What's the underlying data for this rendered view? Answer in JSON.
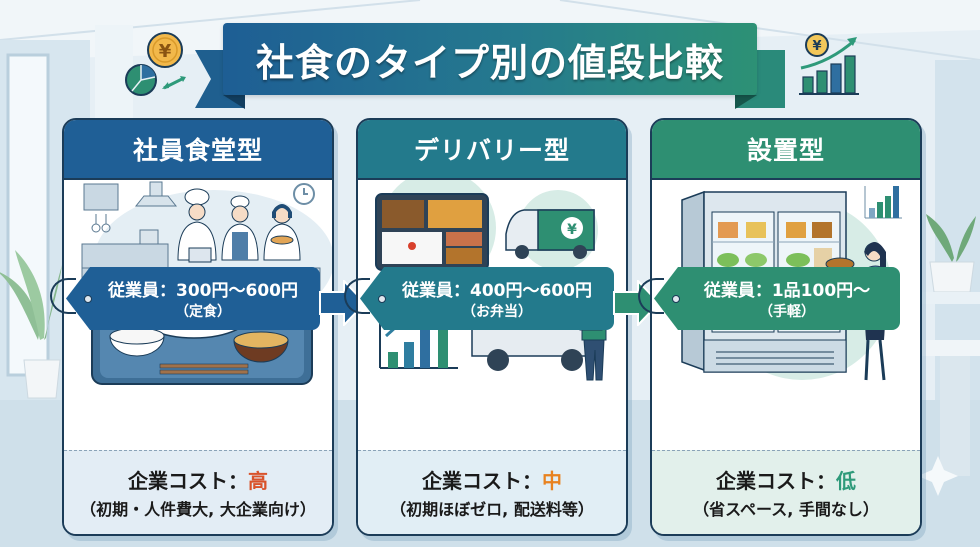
{
  "title": "社食のタイプ別の値段比較",
  "decor": {
    "top_left_icons": [
      "yen-coin-icon",
      "pie-chart-icon",
      "exchange-arrow-icon"
    ],
    "top_right_icons": [
      "yen-coin-icon",
      "bar-chart-growth-icon"
    ],
    "yen_symbol": "¥"
  },
  "colors": {
    "card1": "#1f5f96",
    "card2": "#237a8c",
    "card3": "#2e8f72",
    "cost_high": "#d9532b",
    "cost_mid": "#e8821f",
    "cost_low": "#2e9a7a",
    "border": "#1b3c58"
  },
  "cards": [
    {
      "header": "社員食堂型",
      "illustration": "cafeteria-kitchen-with-cooks-and-meal-tray",
      "employee_price": "従業員：300円〜600円",
      "employee_note": "（定食）",
      "cost_label": "企業コスト：",
      "cost_level": "高",
      "cost_note": "（初期・人件費大, 大企業向け）"
    },
    {
      "header": "デリバリー型",
      "illustration": "bento-box-delivery-vans-and-courier",
      "employee_price": "従業員：400円〜600円",
      "employee_note": "（お弁当）",
      "cost_label": "企業コスト：",
      "cost_level": "中",
      "cost_note": "（初期ほぼゼロ, 配送料等）"
    },
    {
      "header": "設置型",
      "illustration": "office-fridge-with-woman-taking-food",
      "employee_price": "従業員：1品100円〜",
      "employee_note": "（手軽）",
      "cost_label": "企業コスト：",
      "cost_level": "低",
      "cost_note": "（省スペース, 手間なし）"
    }
  ],
  "arrows": [
    "arrow-right-icon",
    "arrow-right-icon"
  ]
}
